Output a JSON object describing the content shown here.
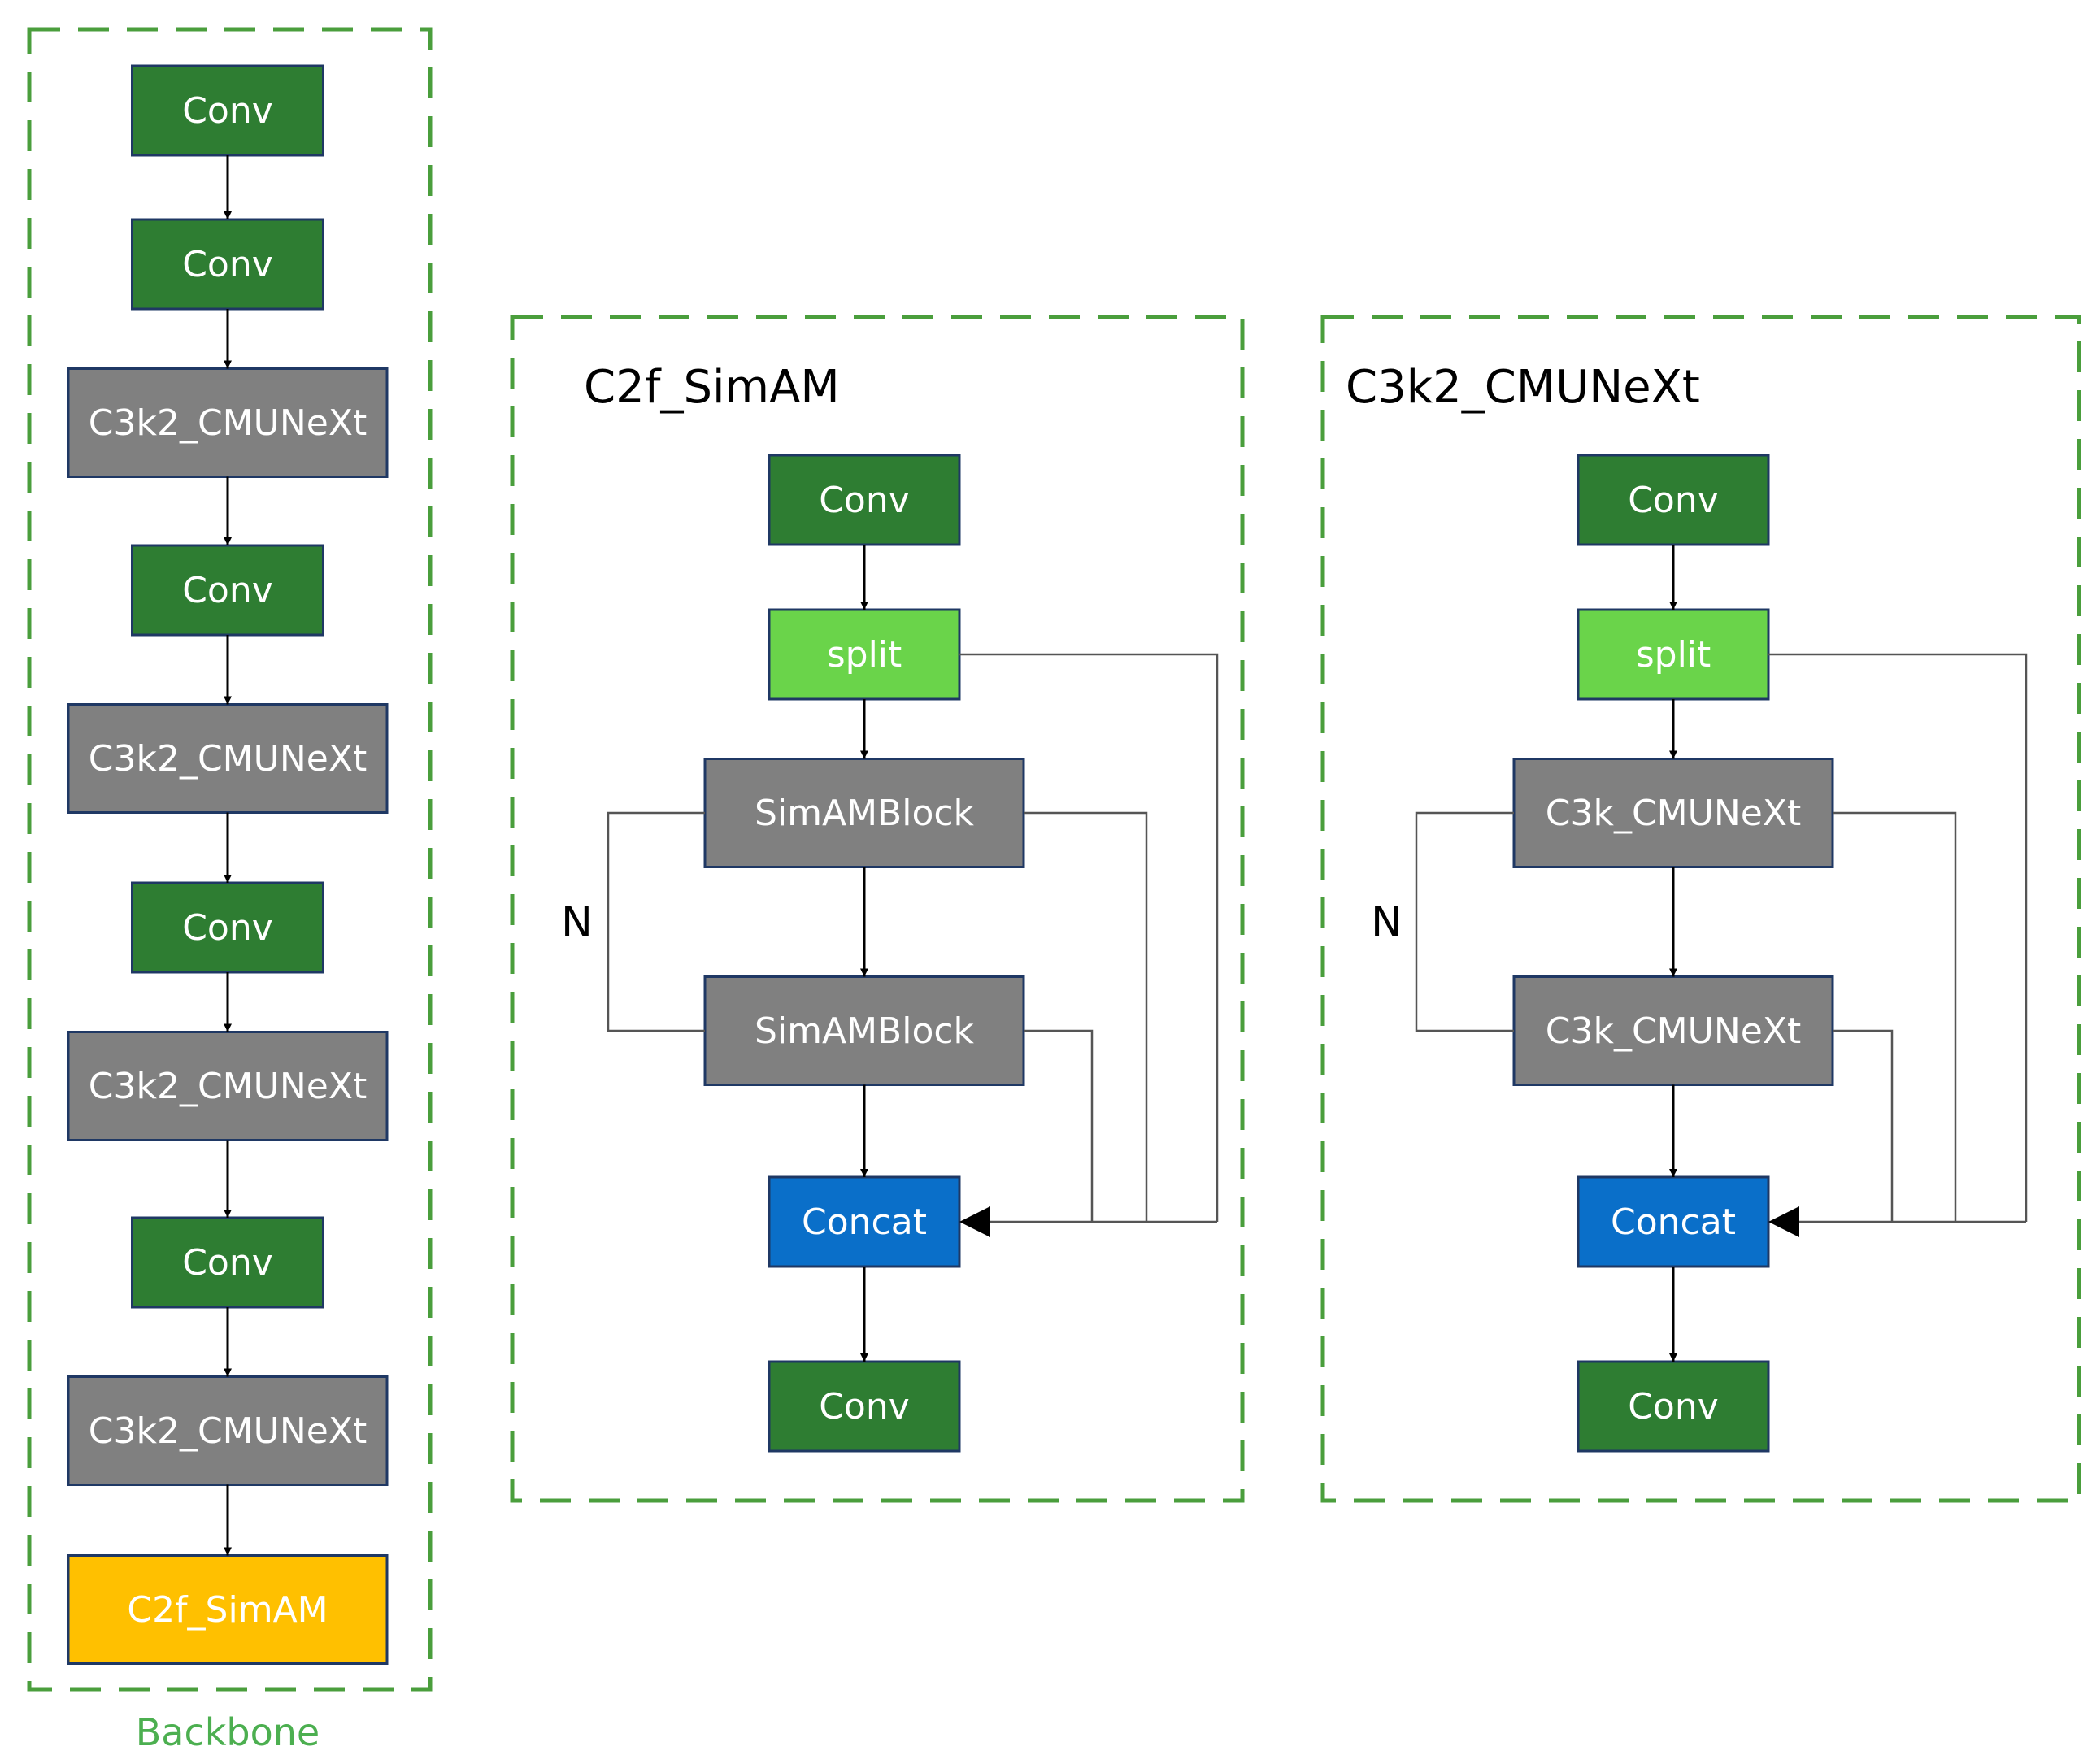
{
  "colors": {
    "conv": "#2e7d32",
    "split": "#6ad44a",
    "gray_block": "#808080",
    "concat": "#0a6fc9",
    "c2f": "#ffc000",
    "dash": "#4a9e3c",
    "caption": "#4caf50",
    "box_border": "#1f3864",
    "line": "#555555"
  },
  "backbone": {
    "caption": "Backbone",
    "blocks": [
      {
        "label": "Conv",
        "kind": "conv"
      },
      {
        "label": "Conv",
        "kind": "conv"
      },
      {
        "label": "C3k2_CMUNeXt",
        "kind": "gray"
      },
      {
        "label": "Conv",
        "kind": "conv"
      },
      {
        "label": "C3k2_CMUNeXt",
        "kind": "gray"
      },
      {
        "label": "Conv",
        "kind": "conv"
      },
      {
        "label": "C3k2_CMUNeXt",
        "kind": "gray"
      },
      {
        "label": "Conv",
        "kind": "conv"
      },
      {
        "label": "C3k2_CMUNeXt",
        "kind": "gray"
      },
      {
        "label": "C2f_SimAM",
        "kind": "c2f"
      }
    ]
  },
  "modules": [
    {
      "title": "C2f_SimAM",
      "repeat_label": "N",
      "nodes": {
        "conv_top": "Conv",
        "split": "split",
        "block1": "SimAMBlock",
        "block2": "SimAMBlock",
        "concat": "Concat",
        "conv_bottom": "Conv"
      }
    },
    {
      "title": "C3k2_CMUNeXt",
      "repeat_label": "N",
      "nodes": {
        "conv_top": "Conv",
        "split": "split",
        "block1": "C3k_CMUNeXt",
        "block2": "C3k_CMUNeXt",
        "concat": "Concat",
        "conv_bottom": "Conv"
      }
    }
  ]
}
